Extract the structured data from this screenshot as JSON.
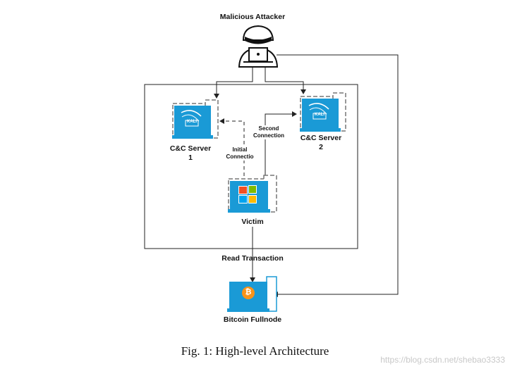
{
  "nodes": {
    "attacker": {
      "label": "Malicious Attacker",
      "icon": "hacker-icon"
    },
    "cc_server_1": {
      "label": "C&C Server\n1",
      "icon": "kali-monitor-icon",
      "screen_text": "KALI"
    },
    "cc_server_2": {
      "label": "C&C Server\n2",
      "icon": "kali-monitor-icon",
      "screen_text": "KALI"
    },
    "victim": {
      "label": "Victim",
      "icon": "windows-monitor-icon"
    },
    "fullnode": {
      "label": "Bitcoin Fullnode",
      "icon": "bitcoin-monitor-icon",
      "screen_text": "₿"
    }
  },
  "edges": {
    "initial_connection": {
      "label": "Initial\nConnectio",
      "style": "dashed"
    },
    "second_connection": {
      "label": "Second\nConnection",
      "style": "solid"
    },
    "read_transaction": {
      "label": "Read Transaction",
      "style": "solid"
    }
  },
  "caption": "Fig. 1: High-level Architecture",
  "watermark": "https://blog.csdn.net/shebao3333",
  "colors": {
    "monitor_blue": "#1a9ad6",
    "bitcoin_orange": "#f7931a",
    "line": "#222222"
  }
}
